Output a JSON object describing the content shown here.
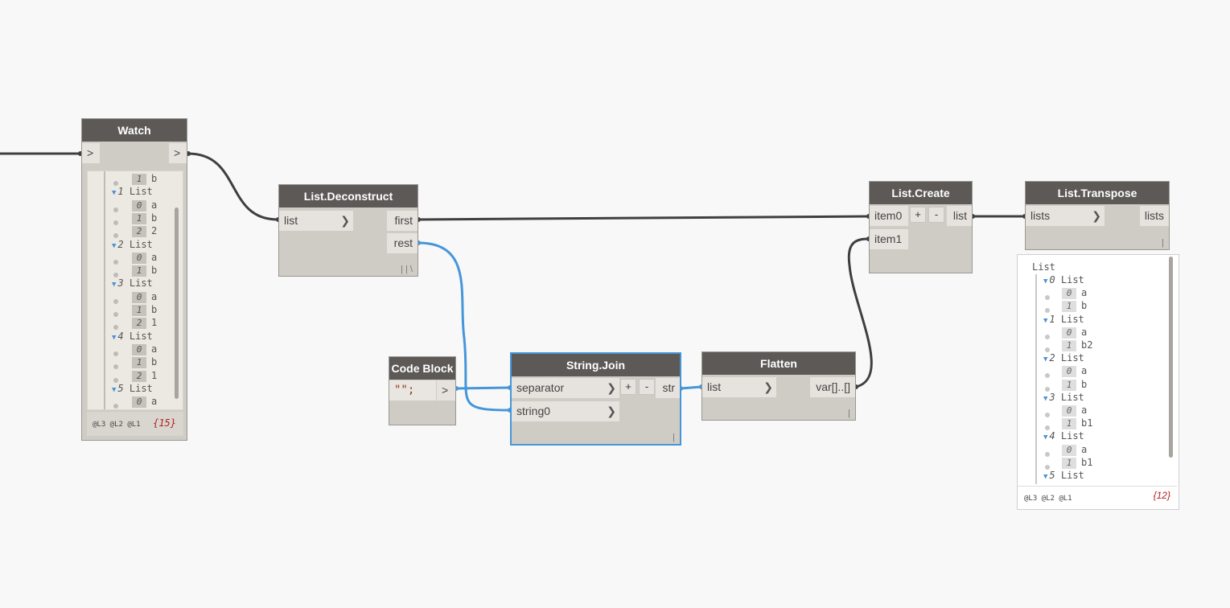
{
  "watch": {
    "title": "Watch",
    "in_arrow": ">",
    "out_arrow": ">",
    "rows": [
      {
        "idx": "1",
        "val": "b"
      },
      {
        "head": "1",
        "label": "List"
      },
      {
        "idx": "0",
        "val": "a"
      },
      {
        "idx": "1",
        "val": "b"
      },
      {
        "idx": "2",
        "val": "2"
      },
      {
        "head": "2",
        "label": "List"
      },
      {
        "idx": "0",
        "val": "a"
      },
      {
        "idx": "1",
        "val": "b"
      },
      {
        "head": "3",
        "label": "List"
      },
      {
        "idx": "0",
        "val": "a"
      },
      {
        "idx": "1",
        "val": "b"
      },
      {
        "idx": "2",
        "val": "1"
      },
      {
        "head": "4",
        "label": "List"
      },
      {
        "idx": "0",
        "val": "a"
      },
      {
        "idx": "1",
        "val": "b"
      },
      {
        "idx": "2",
        "val": "1"
      },
      {
        "head": "5",
        "label": "List"
      },
      {
        "idx": "0",
        "val": "a"
      }
    ],
    "levels": "@L3 @L2 @L1",
    "count": "{15}"
  },
  "deconstruct": {
    "title": "List.Deconstruct",
    "input": "list",
    "outputs": [
      "first",
      "rest"
    ],
    "lacing": "| | \\"
  },
  "codeblock": {
    "title": "Code Block",
    "code": "\"\";",
    "out_arrow": ">"
  },
  "stringjoin": {
    "title": "String.Join",
    "inputs": [
      "separator",
      "string0"
    ],
    "output": "str",
    "plus": "+",
    "minus": "-",
    "lacing": "|"
  },
  "flatten": {
    "title": "Flatten",
    "input": "list",
    "output": "var[]..[]",
    "lacing": "|"
  },
  "listcreate": {
    "title": "List.Create",
    "inputs": [
      "item0",
      "item1"
    ],
    "output": "list",
    "plus": "+",
    "minus": "-"
  },
  "transpose": {
    "title": "List.Transpose",
    "input": "lists",
    "output": "lists",
    "lacing": "|",
    "root": "List",
    "rows": [
      {
        "head": "0",
        "label": "List"
      },
      {
        "idx": "0",
        "val": "a"
      },
      {
        "idx": "1",
        "val": "b"
      },
      {
        "head": "1",
        "label": "List"
      },
      {
        "idx": "0",
        "val": "a"
      },
      {
        "idx": "1",
        "val": "b2"
      },
      {
        "head": "2",
        "label": "List"
      },
      {
        "idx": "0",
        "val": "a"
      },
      {
        "idx": "1",
        "val": "b"
      },
      {
        "head": "3",
        "label": "List"
      },
      {
        "idx": "0",
        "val": "a"
      },
      {
        "idx": "1",
        "val": "b1"
      },
      {
        "head": "4",
        "label": "List"
      },
      {
        "idx": "0",
        "val": "a"
      },
      {
        "idx": "1",
        "val": "b1"
      },
      {
        "head": "5",
        "label": "List"
      }
    ],
    "levels": "@L3 @L2 @L1",
    "count": "{12}"
  },
  "colors": {
    "wire_default": "#3f3f3f",
    "wire_selected": "#4596d9",
    "node_header": "#5c5957",
    "node_body": "#cfccc6"
  }
}
